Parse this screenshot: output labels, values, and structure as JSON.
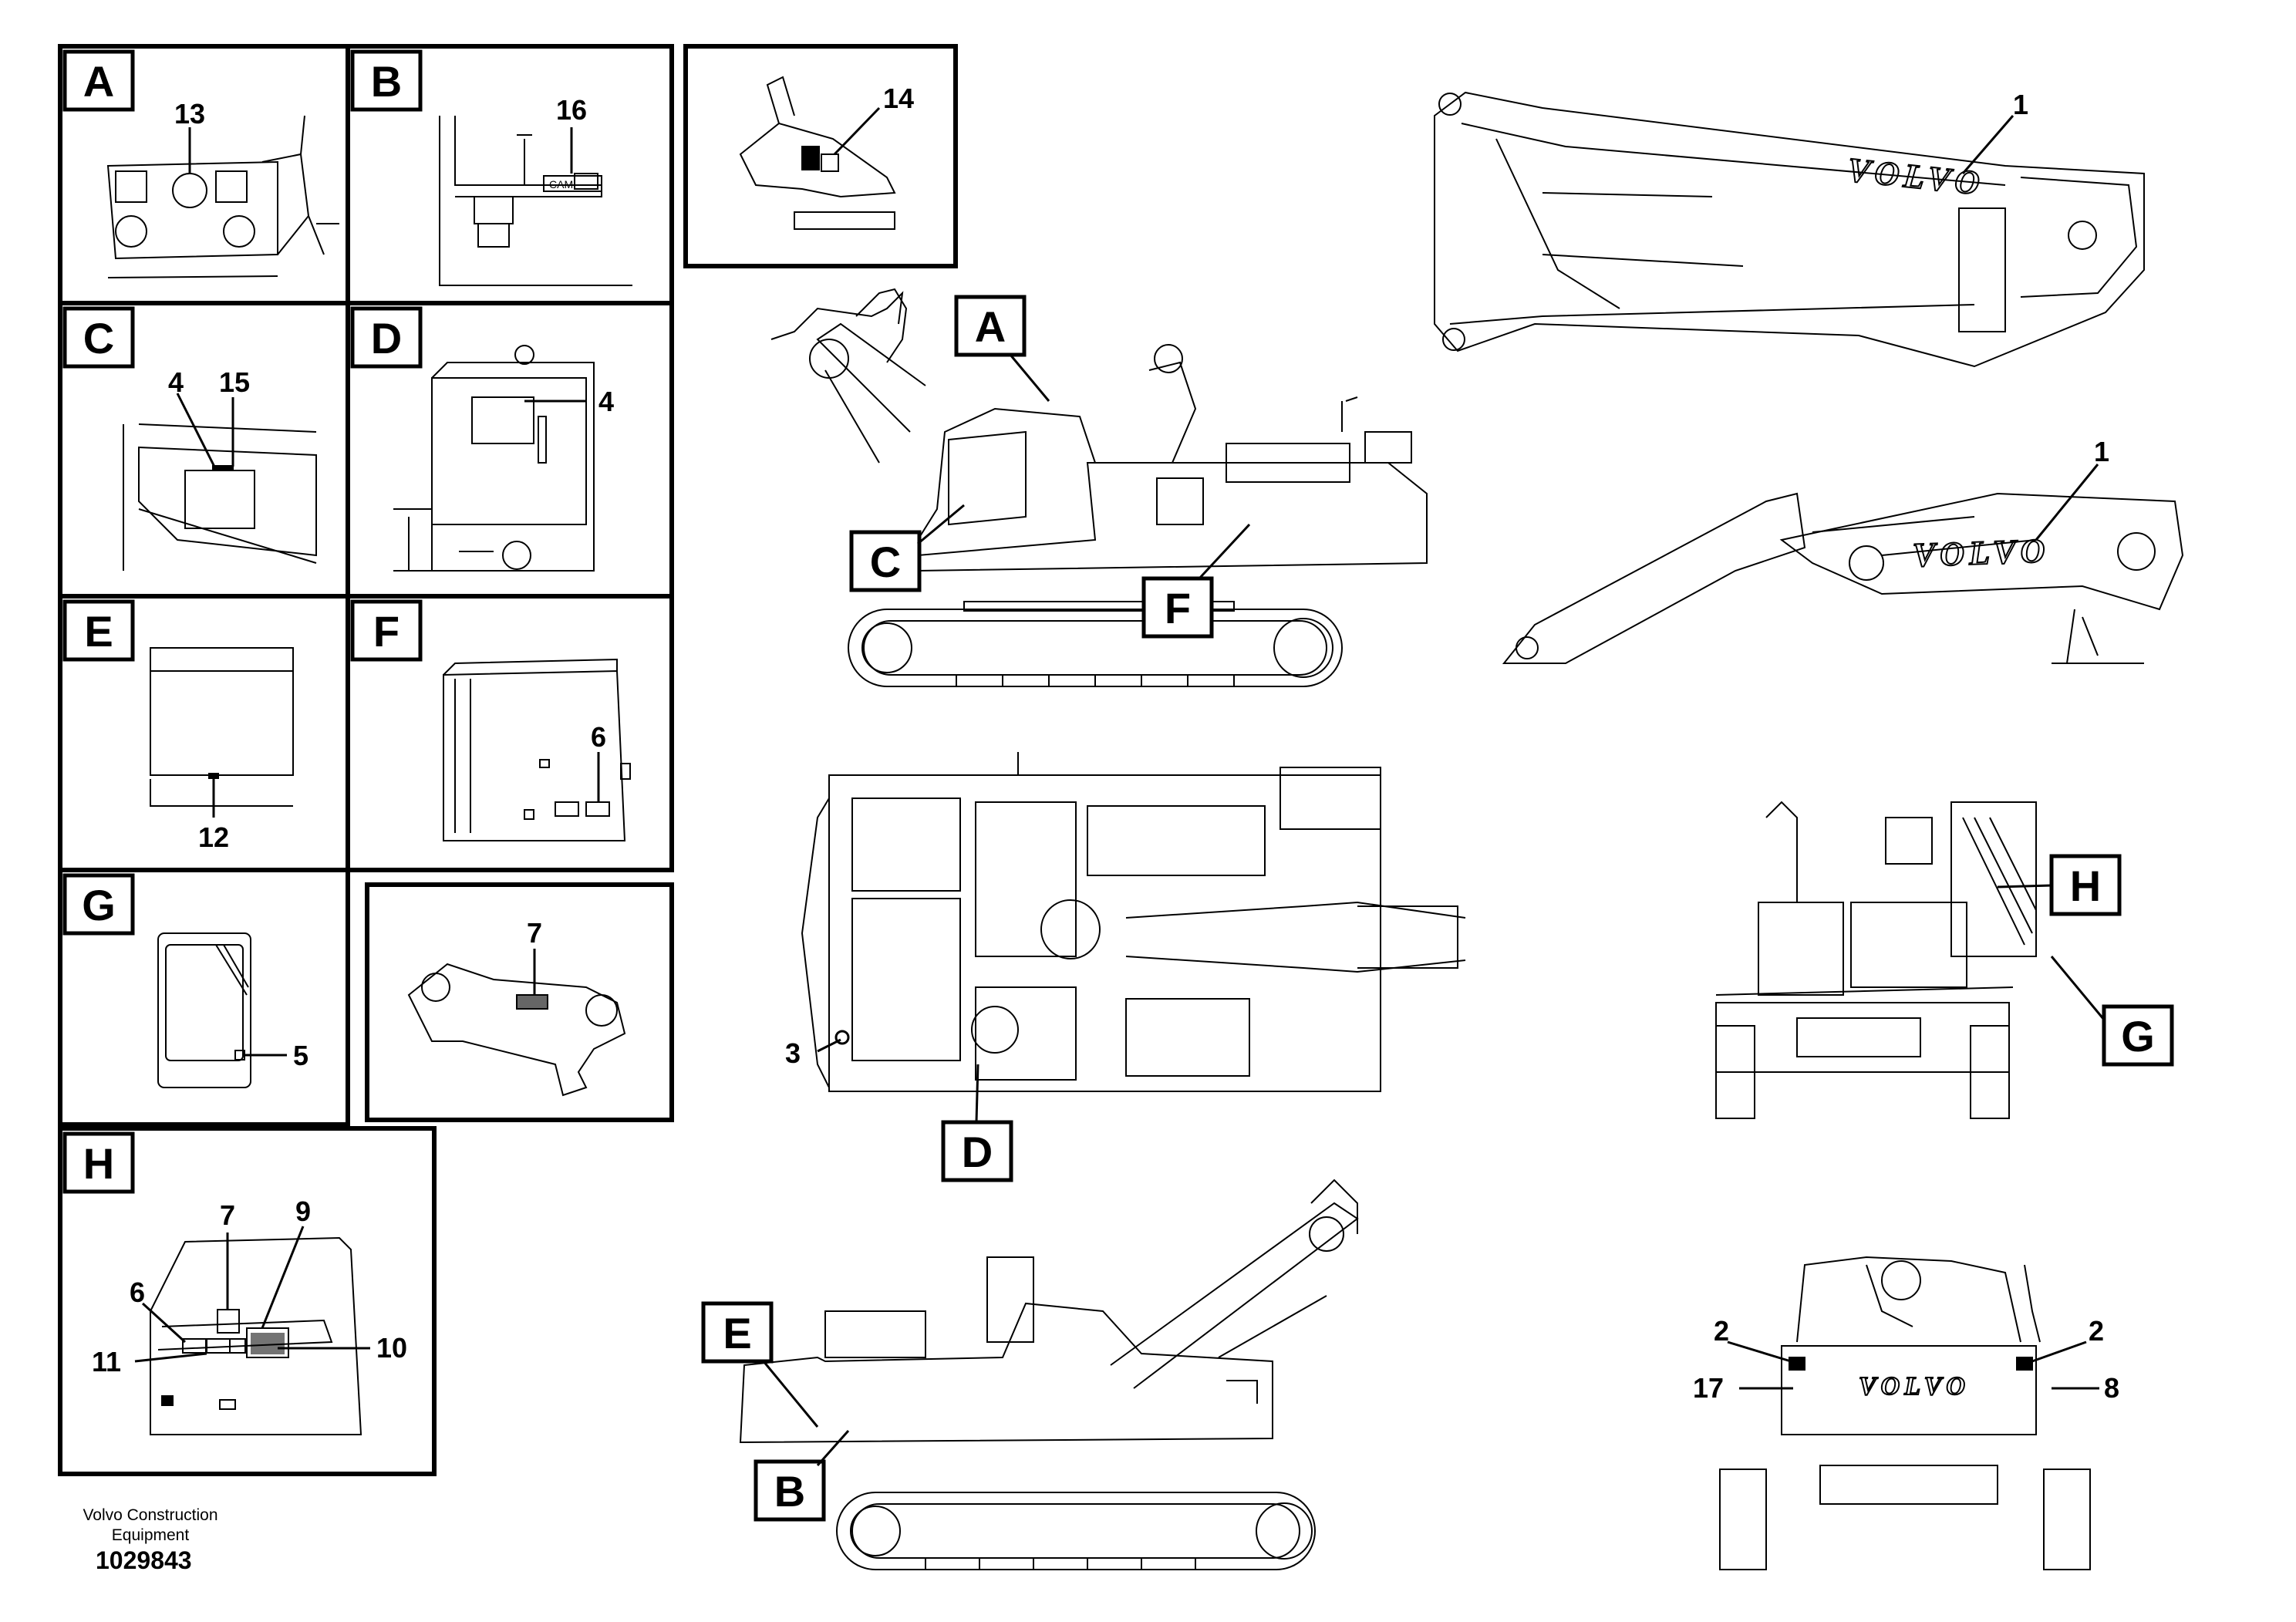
{
  "panels": {
    "A": {
      "letter": "A",
      "callout": "13"
    },
    "B": {
      "letter": "B",
      "callout": "16",
      "decal_text": "CAM"
    },
    "C": {
      "letter": "C",
      "callouts": [
        "4",
        "15"
      ]
    },
    "D": {
      "letter": "D",
      "callout": "4"
    },
    "E": {
      "letter": "E",
      "callout": "12"
    },
    "F": {
      "letter": "F",
      "callout": "6"
    },
    "G": {
      "letter": "G",
      "callout": "5"
    },
    "H": {
      "letter": "H",
      "callouts": [
        "7",
        "9",
        "6",
        "11",
        "10"
      ]
    },
    "joystick": {
      "callout": "14"
    },
    "coupler": {
      "callout": "7"
    }
  },
  "side_view": {
    "labels": [
      "A",
      "C",
      "F"
    ]
  },
  "top_view": {
    "labels": [
      "D"
    ],
    "callout": "3"
  },
  "rear_view_upper": {
    "labels": [
      "H",
      "G"
    ]
  },
  "rear_view_lower": {
    "callouts": [
      "2",
      "2",
      "17",
      "8"
    ],
    "logo": "VOLVO"
  },
  "side_view_lower": {
    "labels": [
      "E",
      "B"
    ]
  },
  "boom_long": {
    "callout": "1",
    "logo": "VOLVO"
  },
  "boom_short": {
    "callout": "1",
    "logo": "VOLVO"
  },
  "footer": {
    "company_line1": "Volvo Construction",
    "company_line2": "Equipment",
    "doc_number": "1029843"
  }
}
